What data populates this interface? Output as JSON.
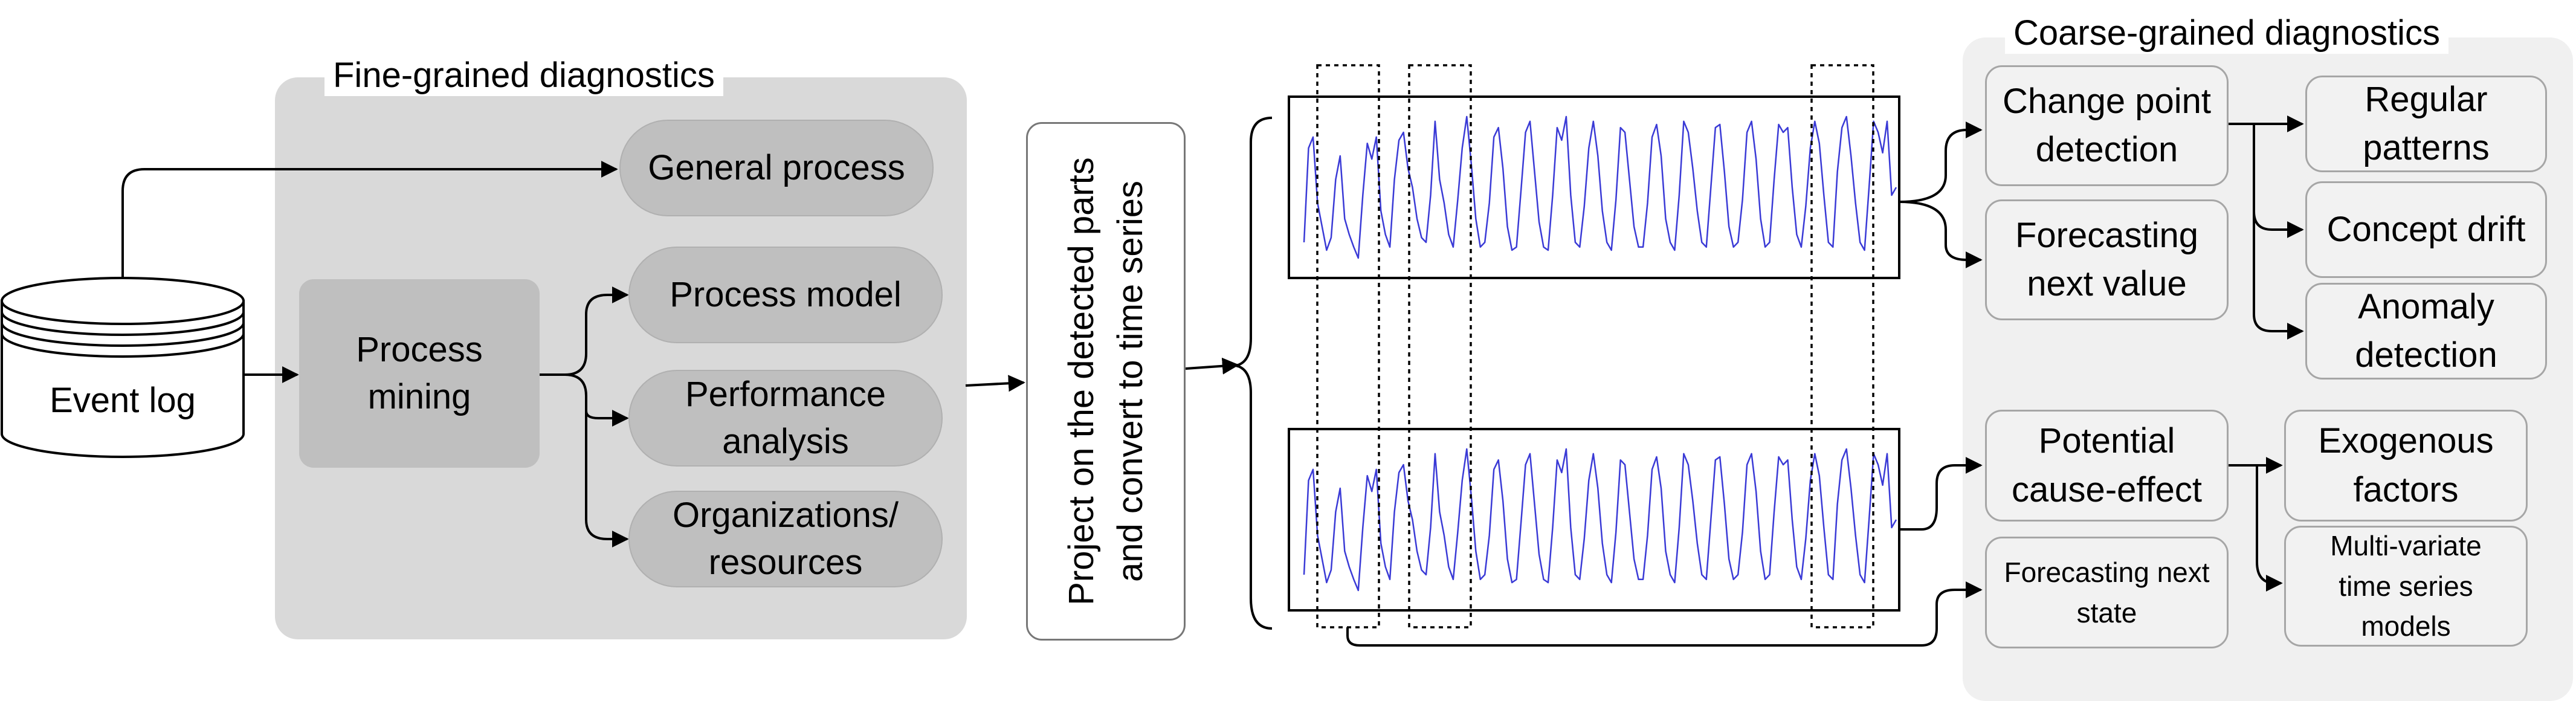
{
  "fine": {
    "title": "Fine-grained diagnostics",
    "general_process": "General process",
    "process_mining": "Process\nmining",
    "process_model": "Process model",
    "performance_analysis": "Performance\nanalysis",
    "organizations": "Organizations/\nresources"
  },
  "event_log": "Event log",
  "projection": "Project on the detected parts\nand convert to time series",
  "coarse": {
    "title": "Coarse-grained diagnostics",
    "change_point": "Change point\ndetection",
    "forecasting_value": "Forecasting\nnext value",
    "regular_patterns": "Regular\npatterns",
    "concept_drift": "Concept drift",
    "anomaly": "Anomaly\ndetection",
    "potential_cause": "Potential\ncause-effect",
    "forecasting_state": "Forecasting next\nstate",
    "exogenous": "Exogenous\nfactors",
    "multivariate": "Multi-variate\ntime series\nmodels"
  },
  "colors": {
    "series_line": "#3a3ad6",
    "dark_box": "#bfbfbf",
    "light_panel": "#d9d9d9",
    "coarse_panel": "#f0f0f0"
  },
  "chart_data": {
    "type": "line",
    "series": [
      {
        "values": [
          0.15,
          0.75,
          0.82,
          0.4,
          0.25,
          0.1,
          0.18,
          0.55,
          0.7,
          0.3,
          0.2,
          0.12,
          0.05,
          0.45,
          0.78,
          0.68,
          0.82,
          0.35,
          0.2,
          0.12,
          0.55,
          0.8,
          0.85,
          0.62,
          0.5,
          0.3,
          0.18,
          0.15,
          0.45,
          0.92,
          0.55,
          0.4,
          0.2,
          0.12,
          0.42,
          0.75,
          0.95,
          0.65,
          0.3,
          0.12,
          0.15,
          0.4,
          0.82,
          0.88,
          0.62,
          0.25,
          0.1,
          0.12,
          0.48,
          0.85,
          0.92,
          0.6,
          0.28,
          0.12,
          0.1,
          0.45,
          0.88,
          0.8,
          0.95,
          0.45,
          0.15,
          0.12,
          0.38,
          0.75,
          0.92,
          0.7,
          0.35,
          0.15,
          0.1,
          0.42,
          0.88,
          0.85,
          0.55,
          0.25,
          0.12,
          0.12,
          0.4,
          0.82,
          0.9,
          0.7,
          0.3,
          0.15,
          0.1,
          0.45,
          0.92,
          0.85,
          0.62,
          0.35,
          0.15,
          0.12,
          0.5,
          0.88,
          0.9,
          0.6,
          0.25,
          0.12,
          0.15,
          0.42,
          0.85,
          0.92,
          0.68,
          0.3,
          0.12,
          0.15,
          0.55,
          0.9,
          0.85,
          0.88,
          0.5,
          0.2,
          0.12,
          0.38,
          0.75,
          0.92,
          0.78,
          0.45,
          0.15,
          0.12,
          0.6,
          0.88,
          0.95,
          0.7,
          0.4,
          0.15,
          0.1,
          0.5,
          0.92,
          0.85,
          0.72,
          0.92,
          0.45,
          0.5
        ]
      },
      {
        "values": [
          0.15,
          0.75,
          0.82,
          0.4,
          0.25,
          0.1,
          0.18,
          0.55,
          0.7,
          0.3,
          0.2,
          0.12,
          0.05,
          0.45,
          0.78,
          0.68,
          0.82,
          0.35,
          0.2,
          0.12,
          0.55,
          0.8,
          0.85,
          0.62,
          0.5,
          0.3,
          0.18,
          0.15,
          0.45,
          0.92,
          0.55,
          0.4,
          0.2,
          0.12,
          0.42,
          0.75,
          0.95,
          0.65,
          0.3,
          0.12,
          0.15,
          0.4,
          0.82,
          0.88,
          0.62,
          0.25,
          0.1,
          0.12,
          0.48,
          0.85,
          0.92,
          0.6,
          0.28,
          0.12,
          0.1,
          0.45,
          0.88,
          0.8,
          0.95,
          0.45,
          0.15,
          0.12,
          0.38,
          0.75,
          0.92,
          0.7,
          0.35,
          0.15,
          0.1,
          0.42,
          0.88,
          0.85,
          0.55,
          0.25,
          0.12,
          0.12,
          0.4,
          0.82,
          0.9,
          0.7,
          0.3,
          0.15,
          0.1,
          0.45,
          0.92,
          0.85,
          0.62,
          0.35,
          0.15,
          0.12,
          0.5,
          0.88,
          0.9,
          0.6,
          0.25,
          0.12,
          0.15,
          0.42,
          0.85,
          0.92,
          0.68,
          0.3,
          0.12,
          0.15,
          0.55,
          0.9,
          0.85,
          0.88,
          0.5,
          0.2,
          0.12,
          0.38,
          0.75,
          0.92,
          0.78,
          0.45,
          0.15,
          0.12,
          0.6,
          0.88,
          0.95,
          0.7,
          0.4,
          0.15,
          0.1,
          0.5,
          0.92,
          0.85,
          0.72,
          0.92,
          0.45,
          0.5
        ]
      }
    ]
  }
}
